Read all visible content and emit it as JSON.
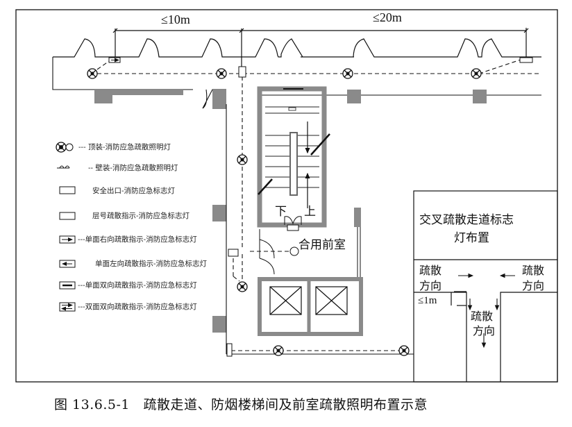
{
  "dimensions": {
    "left_span": "≤10m",
    "right_span": "≤20m",
    "cross_offset": "≤1m"
  },
  "legend": [
    {
      "symbol": "ceiling-light-icon",
      "text": "--- 顶装-消防应急疏散照明灯"
    },
    {
      "symbol": "wall-light-icon",
      "text": "-- 壁装-消防应急疏散照明灯"
    },
    {
      "symbol": "exit-sign-icon",
      "text": "安全出口-消防应急标志灯"
    },
    {
      "symbol": "floor-sign-icon",
      "text": "层号疏散指示-消防应急标志灯"
    },
    {
      "symbol": "right-arrow-sign-icon",
      "text": "---单面右向疏散指示-消防应急标志灯"
    },
    {
      "symbol": "left-arrow-sign-icon",
      "text": "单面左向疏散指示-消防应急标志灯"
    },
    {
      "symbol": "bidirectional-sign-icon",
      "text": "---单面双向疏散指示-消防应急标志灯"
    },
    {
      "symbol": "double-face-sign-icon",
      "text": "---双面双向疏散指示-消防应急标志灯"
    }
  ],
  "stair": {
    "down_label": "下",
    "up_label": "上"
  },
  "anteroom_label": "合用前室",
  "inset": {
    "title_line1": "交叉疏散走道标志",
    "title_line2": "灯布置",
    "left_direction": [
      "疏散",
      "方向"
    ],
    "right_direction": [
      "疏散",
      "方向"
    ],
    "down_direction": [
      "疏散",
      "方向"
    ]
  },
  "caption": "图 13.6.5-1　疏散走道、防烟楼梯间及前室疏散照明布置示意"
}
